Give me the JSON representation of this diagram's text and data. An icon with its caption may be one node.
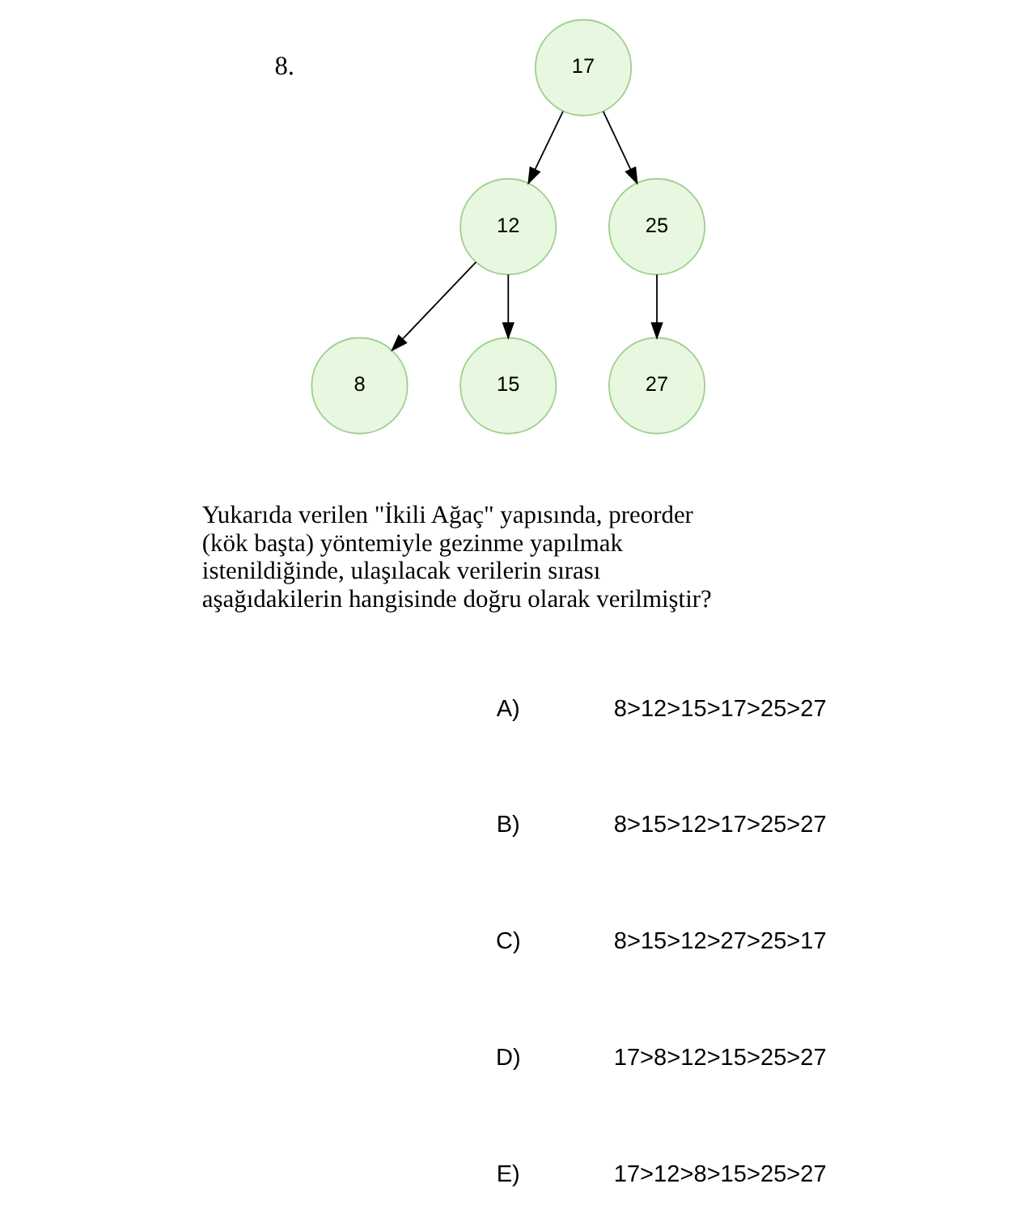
{
  "diagram": {
    "nodes": [
      {
        "text": [
          "17"
        ]
      },
      {
        "text": [
          "12"
        ]
      },
      {
        "text": [
          "25"
        ]
      },
      {
        "text": [
          "8"
        ]
      },
      {
        "text": [
          "15"
        ]
      },
      {
        "text": [
          "27"
        ]
      }
    ],
    "edges": [
      {
        "from": 0,
        "to": 1,
        "arrow": "to"
      },
      {
        "from": 0,
        "to": 2,
        "arrow": "to"
      },
      {
        "from": 1,
        "to": 3,
        "arrow": "to"
      },
      {
        "from": 1,
        "to": 4,
        "arrow": "to"
      },
      {
        "from": 2,
        "to": 5,
        "arrow": "to"
      }
    ],
    "labels": [
      "8.",
      "Yukarıda verilen \"İkili Ağaç\" yapısında, preorder (kök başta) yöntemiyle gezinme yapılmak istenildiğinde, ulaşılacak verilerin sırası aşağıdakilerin hangisinde doğru olarak verilmiştir?",
      "A)",
      "8>12>15>17>25>27",
      "B)",
      "8>15>12>17>25>27",
      "C)",
      "8>15>12>27>25>17",
      "D)",
      "17>8>12>15>25>27",
      "E)",
      "17>12>8>15>25>27"
    ]
  }
}
